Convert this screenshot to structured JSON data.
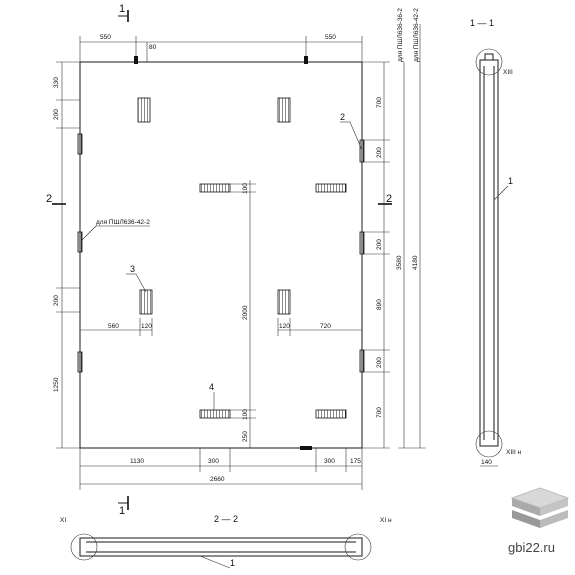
{
  "plan": {
    "section_mark_top": "1",
    "section_mark_bottom": "1",
    "section_mark_left": "2",
    "section_mark_right": "2",
    "top_dims": [
      "550",
      "80",
      "550"
    ],
    "left_dims": [
      "330",
      "200",
      "200",
      "1250"
    ],
    "right_dims": [
      "700",
      "200",
      "200",
      "890",
      "200",
      "700"
    ],
    "overall_right": [
      "3580",
      "4180"
    ],
    "right_notes": [
      "для ПШЛ636-36-2",
      "для ПШЛ636-42-2"
    ],
    "left_note": "для ПШЛ636-42-2",
    "inner_dims": [
      "100",
      "2000",
      "100",
      "250",
      "560",
      "120",
      "120",
      "720"
    ],
    "bottom_dims": [
      "1130",
      "300",
      "300",
      "175"
    ],
    "overall_bottom": "2660",
    "callouts": [
      "2",
      "3",
      "4"
    ]
  },
  "section_1_1": {
    "title": "1 — 1",
    "mark_top": "XIII",
    "mark_bottom": "XIII н",
    "callout": "1",
    "dim": "140"
  },
  "section_2_2": {
    "title": "2 — 2",
    "mark_left": "XI",
    "mark_right": "XI н",
    "callout": "1"
  },
  "brand": {
    "text": "gbi22.ru"
  }
}
